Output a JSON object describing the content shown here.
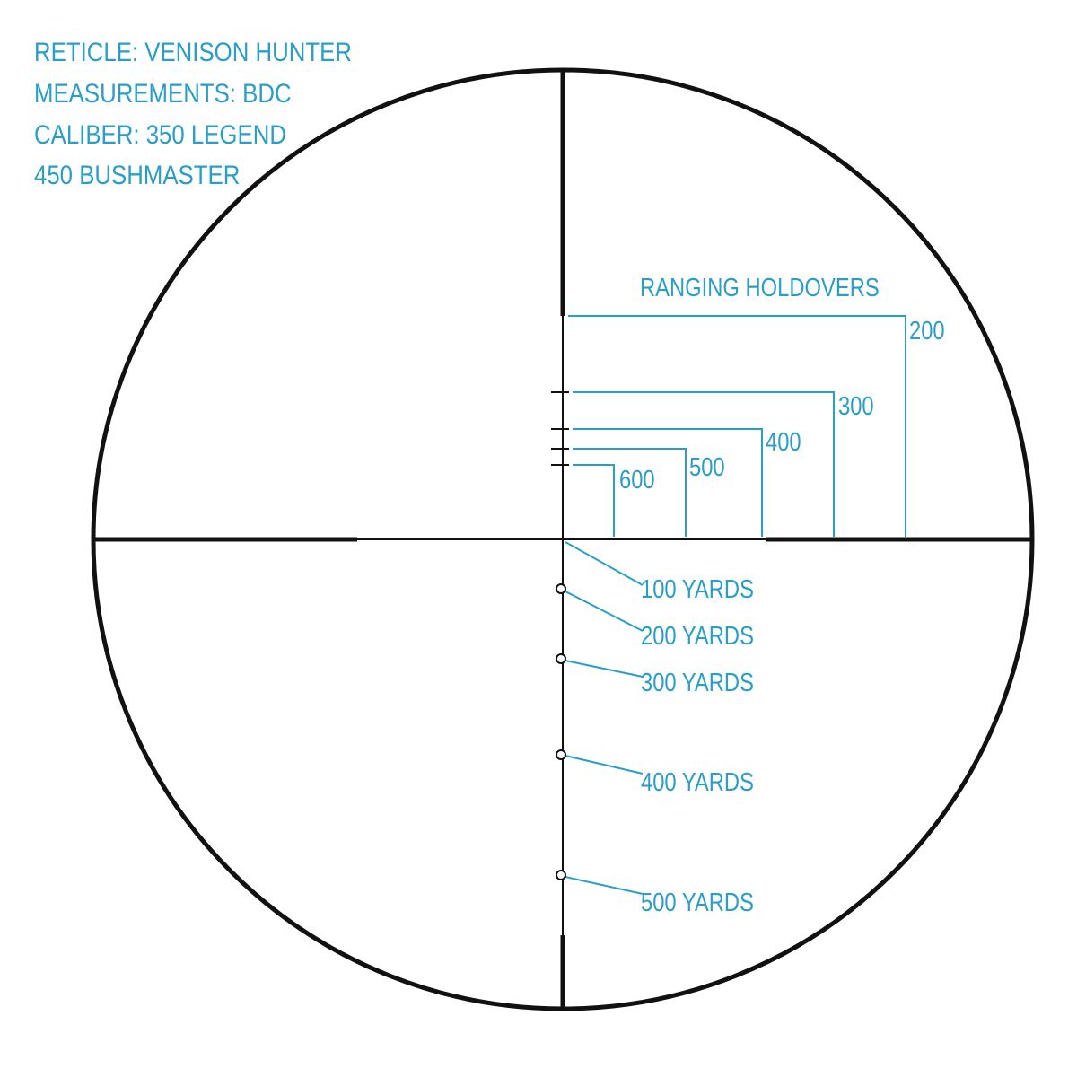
{
  "specs": {
    "reticle": "RETICLE: VENISON HUNTER",
    "measurements": "MEASUREMENTS: BDC",
    "caliber": "CALIBER: 350 LEGEND",
    "caliber_2": "450 BUSHMASTER"
  },
  "ranging": {
    "title": "RANGING HOLDOVERS",
    "labels": [
      "200",
      "300",
      "400",
      "500",
      "600"
    ]
  },
  "yard_marks": {
    "labels": [
      "100 YARDS",
      "200 YARDS",
      "300 YARDS",
      "400 YARDS",
      "500 YARDS"
    ]
  },
  "colors": {
    "reticle": "#111111",
    "annotation": "#2a9ec9"
  }
}
